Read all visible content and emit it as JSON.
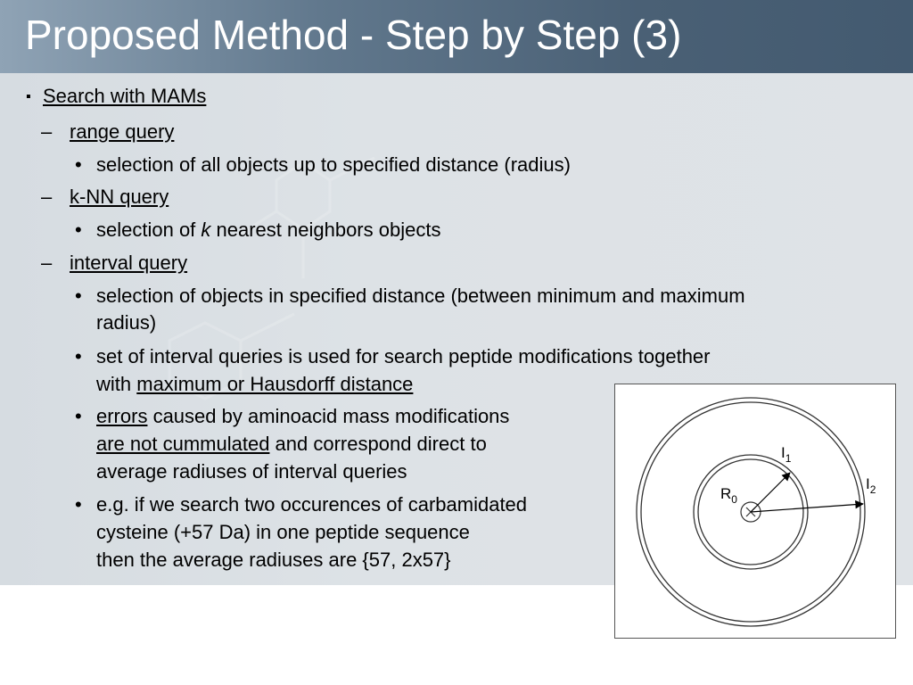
{
  "slide": {
    "title": "Proposed Method - Step by Step (3)"
  },
  "bullets": {
    "l1_marker": "▪",
    "l2_marker": "–",
    "l3_marker": "•",
    "search_with_mams": "Search with MAMs",
    "range_query": "range query",
    "range_query_desc": "selection of all objects up to specified distance (radius)",
    "knn_query": "k-NN query",
    "knn_desc_pre": "selection of ",
    "knn_desc_k": "k",
    "knn_desc_post": " nearest neighbors objects",
    "interval_query": "interval query",
    "interval_desc_line1": "selection of objects in specified distance (between minimum and maximum",
    "interval_desc_line2": "radius)",
    "set_line1": "set of interval queries is used for search peptide modifications together",
    "set_line2_pre": "with ",
    "set_line2_link": "maximum or Hausdorff distance",
    "errors_word": "errors",
    "errors_line1_rest": " caused by aminoacid mass modifications",
    "errors_line2_u": "are not cummulated",
    "errors_line2_rest": " and correspond direct to",
    "errors_line3": "average radiuses of interval queries",
    "eg_line1": "e.g. if we search two occurences of carbamidated",
    "eg_line2": "cysteine (+57 Da) in one peptide sequence",
    "eg_line3": "then the average radiuses are {57, 2x57}"
  },
  "figure": {
    "r0_label": "R",
    "r0_sub": "0",
    "i1_label": "I",
    "i1_sub": "1",
    "i2_label": "I",
    "i2_sub": "2"
  },
  "colors": {
    "header": "#4a6075",
    "content_bg": "#dde2e6",
    "text": "#000000"
  }
}
